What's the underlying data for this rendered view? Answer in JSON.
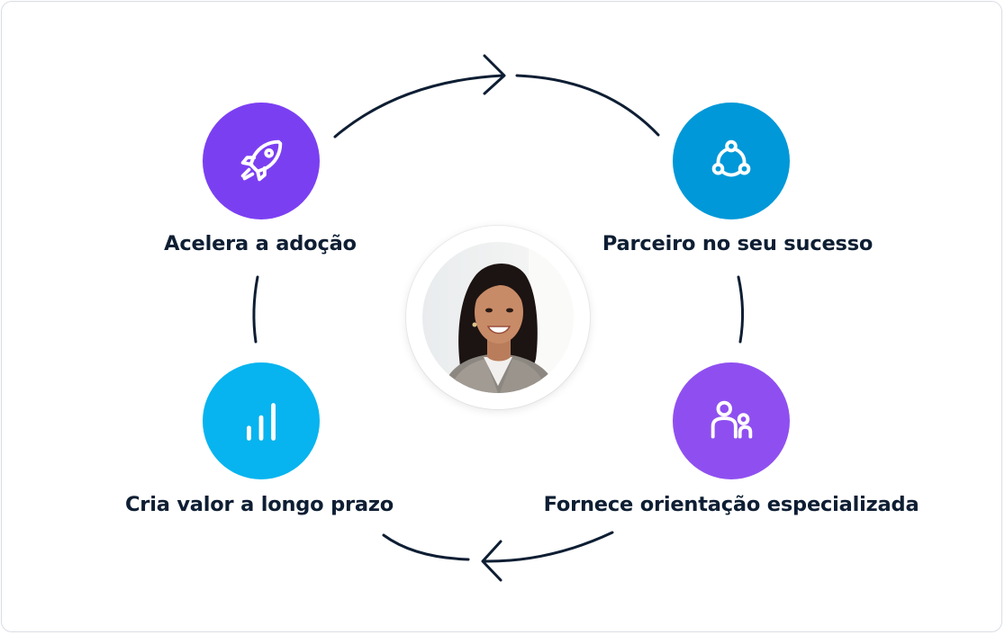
{
  "steps": [
    {
      "label": "Acelera a adoção",
      "icon": "rocket-icon",
      "color": "#7b3ff2"
    },
    {
      "label": "Parceiro no seu sucesso",
      "icon": "network-icon",
      "color": "#0098d8"
    },
    {
      "label": "Fornece orientação especializada",
      "icon": "people-icon",
      "color": "#8f4ff0"
    },
    {
      "label": "Cria valor a longo prazo",
      "icon": "bar-chart-icon",
      "color": "#07b4ef"
    }
  ],
  "center": {
    "image": "person-photo"
  },
  "colors": {
    "text": "#0e1e33",
    "arrow": "#0e1e33",
    "border": "#d9dde3"
  }
}
